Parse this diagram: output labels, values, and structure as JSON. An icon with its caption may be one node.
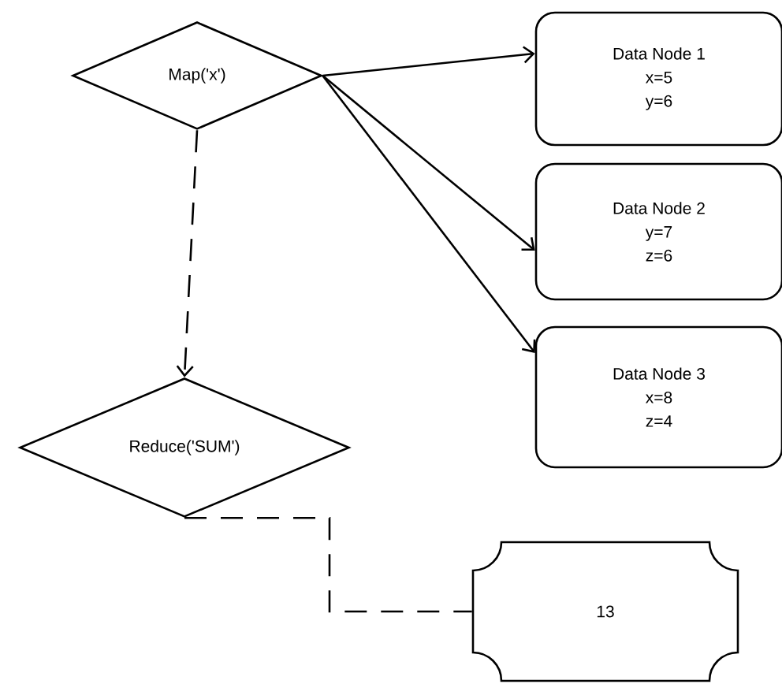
{
  "diagram": {
    "nodes": [
      {
        "text": [
          "Map('x')"
        ]
      },
      {
        "text": [
          "Data Node 1",
          "x=5",
          "y=6"
        ]
      },
      {
        "text": [
          "Data Node 2",
          "y=7",
          "z=6"
        ]
      },
      {
        "text": [
          "Data Node 3",
          "x=8",
          "z=4"
        ]
      },
      {
        "text": [
          "Reduce('SUM')"
        ]
      },
      {
        "text": [
          "13"
        ]
      }
    ],
    "edges": [
      {
        "from": 0,
        "to": 1,
        "arrow": "to"
      },
      {
        "from": 0,
        "to": 2,
        "arrow": "to"
      },
      {
        "from": 0,
        "to": 3,
        "arrow": "to"
      },
      {
        "from": 0,
        "to": 4,
        "arrow": "to",
        "style": "dashed"
      },
      {
        "from": 4,
        "to": 5,
        "arrow": "none",
        "style": "dashed"
      }
    ]
  }
}
